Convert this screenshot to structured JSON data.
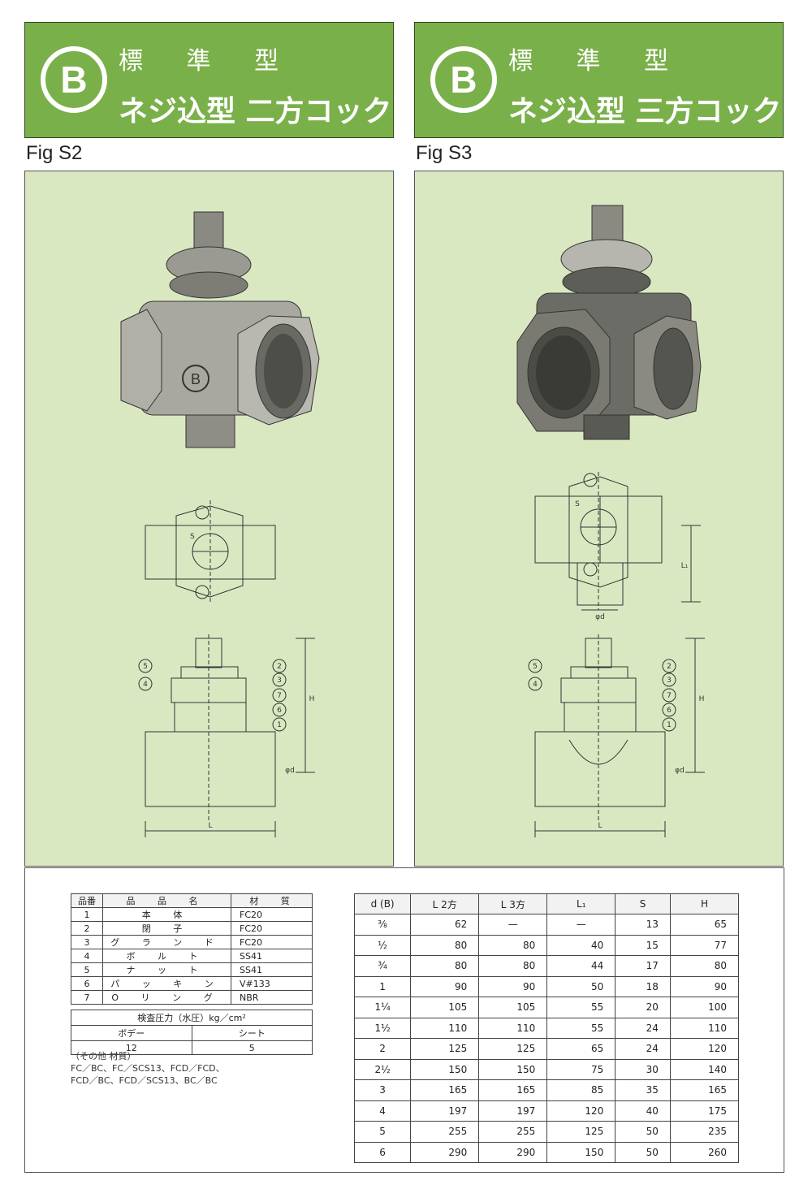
{
  "left": {
    "type_label": "標 準 型",
    "title": "ネジ込型 二方コック",
    "fig": "Fig S2",
    "logo_letter": "B"
  },
  "right": {
    "type_label": "標 準 型",
    "title": "ネジ込型 三方コック",
    "fig": "Fig S3",
    "logo_letter": "B"
  },
  "drawing_labels": {
    "callouts": [
      "5",
      "4",
      "2",
      "3",
      "7",
      "6",
      "1"
    ],
    "dim_S": "S",
    "dim_H": "H",
    "dim_L": "L",
    "dim_d": "φd",
    "dim_L1": "L₁",
    "body_mark": "B"
  },
  "parts_table": {
    "headers": [
      "品番",
      "品 品 名",
      "材 質"
    ],
    "rows": [
      {
        "no": "1",
        "name": "本 体",
        "material": "FC20"
      },
      {
        "no": "2",
        "name": "閉 子",
        "material": "FC20"
      },
      {
        "no": "3",
        "name": "グ ラ ン ド",
        "material": "FC20"
      },
      {
        "no": "4",
        "name": "ボ ル ト",
        "material": "SS41"
      },
      {
        "no": "5",
        "name": "ナ ッ ト",
        "material": "SS41"
      },
      {
        "no": "6",
        "name": "パ ッ キ ン",
        "material": "V#133"
      },
      {
        "no": "7",
        "name": "O リ ン グ",
        "material": "NBR"
      }
    ]
  },
  "test_table": {
    "title": "検査圧力（水圧）kg／cm²",
    "col1": "ボデー",
    "col2": "シート",
    "val1": "12",
    "val2": "5"
  },
  "notes": {
    "heading": "（その他 材質）",
    "line1": "FC／BC、FC／SCS13、FCD／FCD、",
    "line2": "FCD／BC、FCD／SCS13、BC／BC"
  },
  "dims_table": {
    "headers": [
      "d (B)",
      "L 2方",
      "L 3方",
      "L₁",
      "S",
      "H"
    ],
    "rows": [
      [
        "⅜",
        "62",
        "—",
        "—",
        "13",
        "65"
      ],
      [
        "½",
        "80",
        "80",
        "40",
        "15",
        "77"
      ],
      [
        "¾",
        "80",
        "80",
        "44",
        "17",
        "80"
      ],
      [
        "1",
        "90",
        "90",
        "50",
        "18",
        "90"
      ],
      [
        "1¼",
        "105",
        "105",
        "55",
        "20",
        "100"
      ],
      [
        "1½",
        "110",
        "110",
        "55",
        "24",
        "110"
      ],
      [
        "2",
        "125",
        "125",
        "65",
        "24",
        "120"
      ],
      [
        "2½",
        "150",
        "150",
        "75",
        "30",
        "140"
      ],
      [
        "3",
        "165",
        "165",
        "85",
        "35",
        "165"
      ],
      [
        "4",
        "197",
        "197",
        "120",
        "40",
        "175"
      ],
      [
        "5",
        "255",
        "255",
        "125",
        "50",
        "235"
      ],
      [
        "6",
        "290",
        "290",
        "150",
        "50",
        "260"
      ]
    ]
  },
  "colors": {
    "header_green": "#7ab04a",
    "panel_green": "#dae8c2"
  }
}
